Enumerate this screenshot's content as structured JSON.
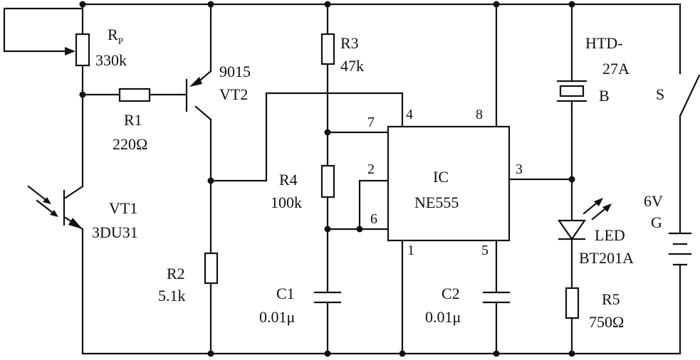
{
  "labels": {
    "rp_name": "R",
    "rp_sub": "P",
    "rp_value": "330k",
    "vt2_type": "9015",
    "vt2_name": "VT2",
    "r1_name": "R1",
    "r1_value": "220Ω",
    "vt1_name": "VT1",
    "vt1_type": "3DU31",
    "r2_name": "R2",
    "r2_value": "5.1k",
    "r3_name": "R3",
    "r3_value": "47k",
    "r4_name": "R4",
    "r4_value": "100k",
    "c1_name": "C1",
    "c1_value": "0.01μ",
    "c2_name": "C2",
    "c2_value": "0.01μ",
    "ic_name": "IC",
    "ic_type": "NE555",
    "buzzer_type_1": "HTD-",
    "buzzer_type_2": "27A",
    "buzzer_name": "B",
    "switch_name": "S",
    "battery_voltage": "6V",
    "battery_name": "G",
    "led_name": "LED",
    "led_type": "BT201A",
    "r5_name": "R5",
    "r5_value": "750Ω"
  },
  "pins": {
    "p1": "1",
    "p2": "2",
    "p3": "3",
    "p4": "4",
    "p5": "5",
    "p6": "6",
    "p7": "7",
    "p8": "8"
  }
}
